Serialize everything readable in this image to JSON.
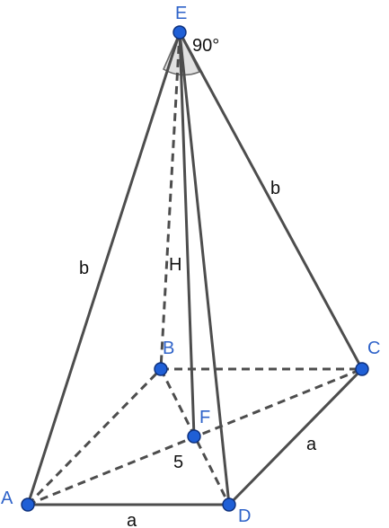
{
  "vertices": {
    "E": "E",
    "A": "A",
    "B": "B",
    "C": "C",
    "D": "D",
    "F": "F"
  },
  "labels": {
    "apex_angle": "90°",
    "edge_EA": "b",
    "edge_EC": "b",
    "height_EF": "H",
    "edge_AD": "a",
    "edge_DC": "a",
    "segment_AF": "5"
  },
  "colors": {
    "vertex_fill": "#1f5fd6",
    "vertex_label": "#2f63c9",
    "edge": "#4d4d4d"
  }
}
